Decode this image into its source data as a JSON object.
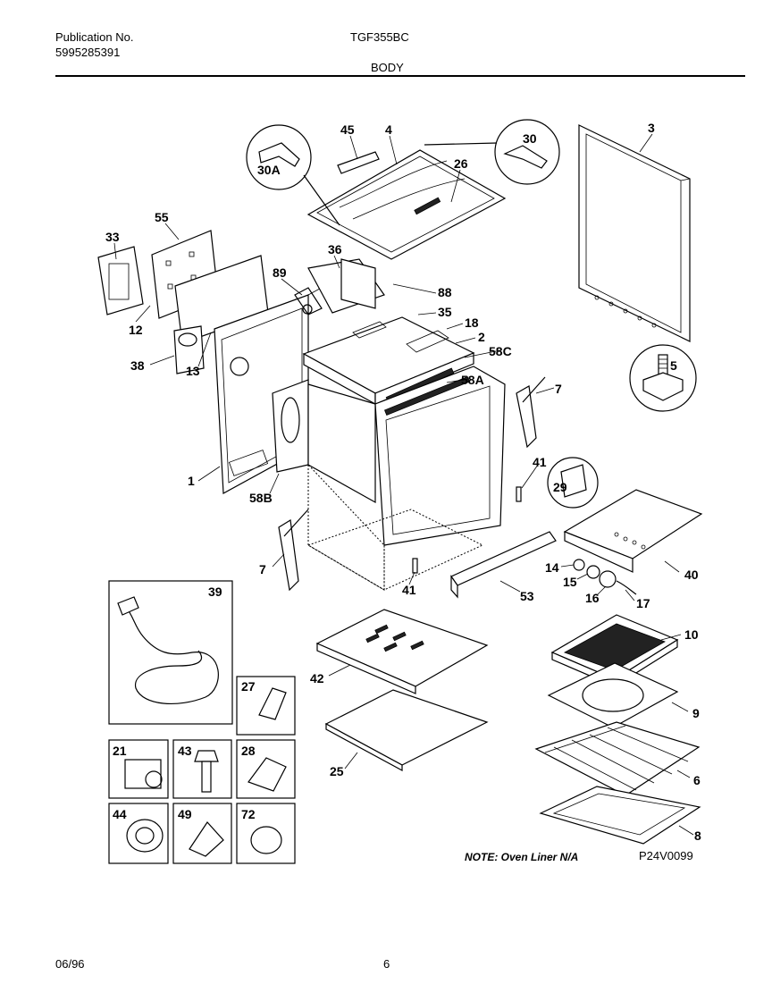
{
  "header": {
    "publication_label": "Publication No.",
    "publication_number": "5995285391",
    "model": "TGF355BC",
    "section": "BODY"
  },
  "footer": {
    "date": "06/96",
    "page": "6"
  },
  "diagram": {
    "note": "NOTE: Oven Liner N/A",
    "drawing_code": "P24V0099",
    "callouts": [
      "45",
      "4",
      "30",
      "3",
      "30A",
      "26",
      "55",
      "33",
      "36",
      "89",
      "88",
      "35",
      "18",
      "2",
      "12",
      "58C",
      "38",
      "13",
      "5",
      "58A",
      "7",
      "1",
      "58B",
      "41",
      "29",
      "7",
      "40",
      "14",
      "15",
      "16",
      "17",
      "53",
      "41",
      "39",
      "10",
      "42",
      "27",
      "9",
      "21",
      "43",
      "28",
      "6",
      "25",
      "44",
      "49",
      "72",
      "8"
    ]
  }
}
